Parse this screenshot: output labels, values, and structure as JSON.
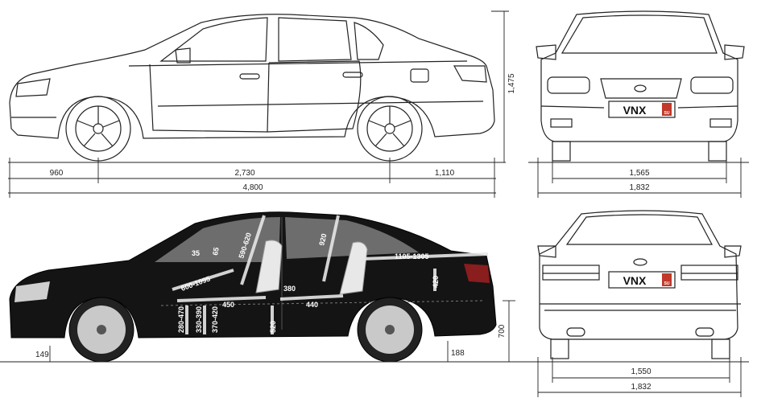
{
  "side_view": {
    "front_overhang": "960",
    "wheelbase": "2,730",
    "rear_overhang": "1,110",
    "overall_length": "4,800",
    "height": "1,475"
  },
  "front_view": {
    "plate": "VNX",
    "plate_region": "SU",
    "track": "1,565",
    "overall_width": "1,832"
  },
  "rear_view": {
    "plate": "VNX",
    "plate_region": "SU",
    "track": "1,550",
    "overall_width": "1,832"
  },
  "photo_view": {
    "ground_clearance_front": "149",
    "ground_clearance_rear": "188",
    "sill_height": "700",
    "labels": {
      "a": "35",
      "b": "65",
      "c": "600-1095",
      "d": "590-620",
      "e": "920",
      "f": "1105-1305",
      "g": "450",
      "h": "380",
      "i": "440",
      "j": "420",
      "k": "280-470",
      "l": "330-390",
      "m": "370-420",
      "n": "520"
    }
  }
}
